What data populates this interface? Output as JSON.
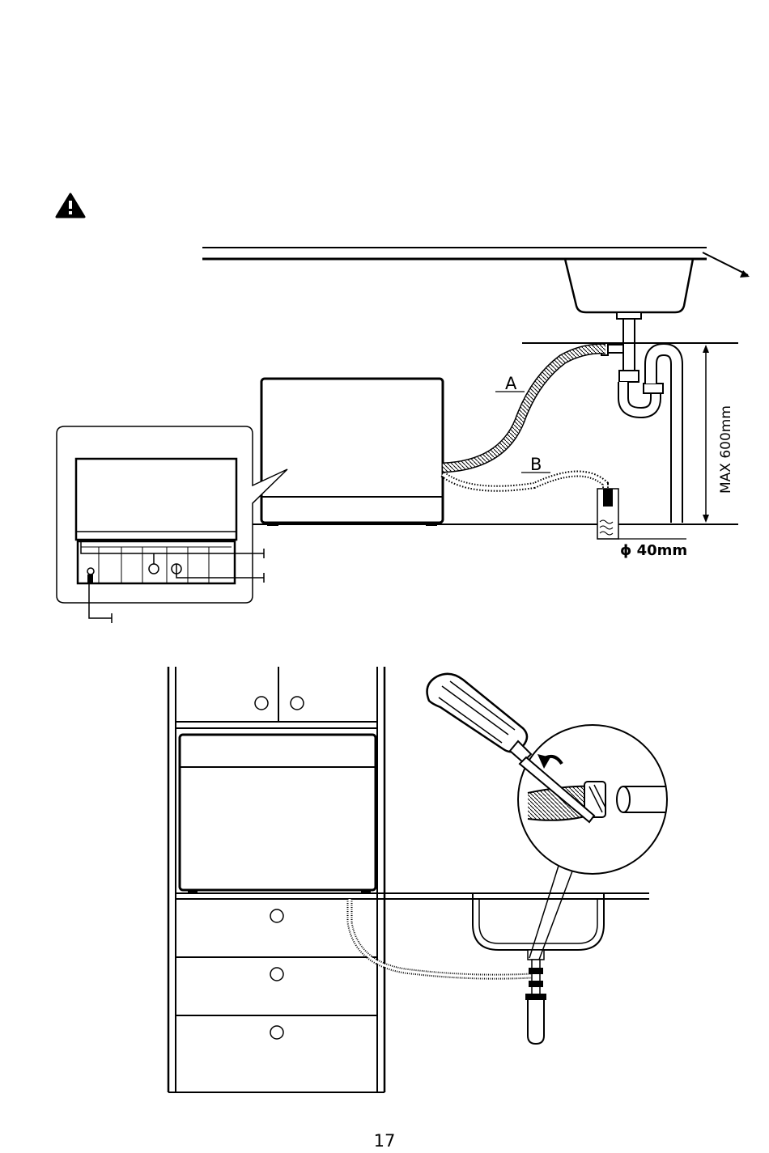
{
  "warning": {
    "icon": "warning-triangle-icon"
  },
  "top_diagram": {
    "label_a": "A",
    "label_b": "B",
    "max_height": "MAX 600mm",
    "pipe_diameter": "ϕ 40mm"
  },
  "bottom_diagram": {
    "icons": [
      "screwdriver-icon",
      "rotate-arrow-icon"
    ]
  },
  "page_number": "17"
}
